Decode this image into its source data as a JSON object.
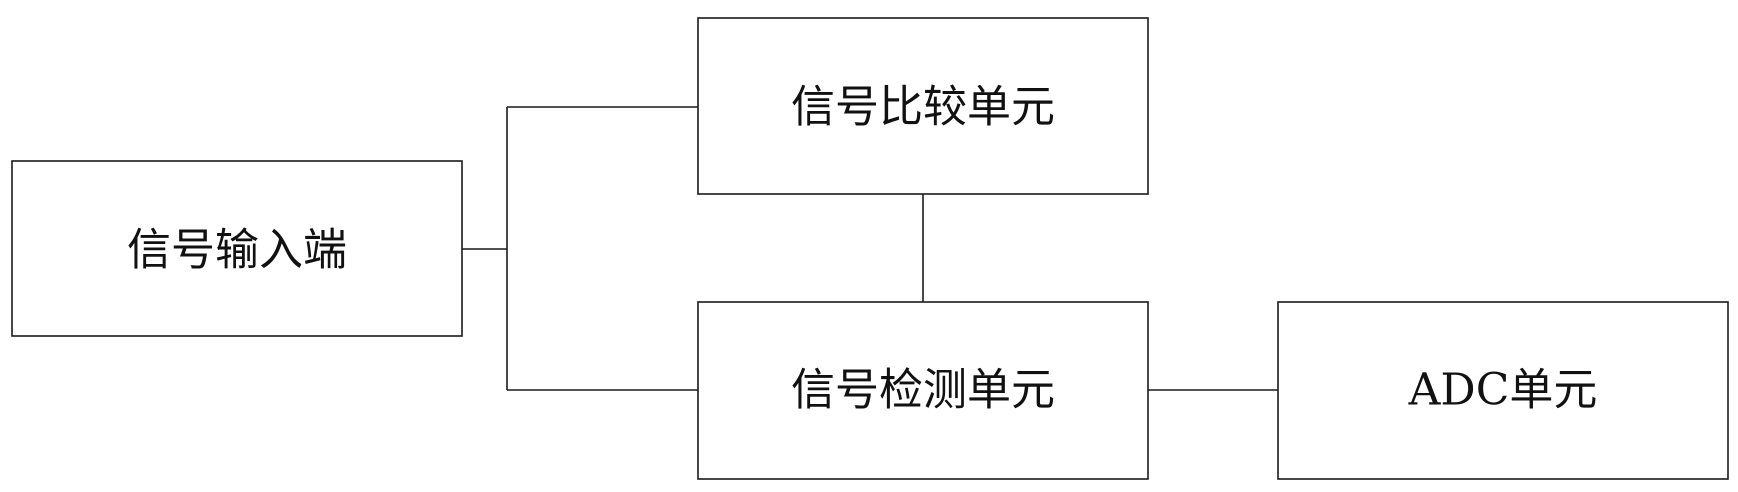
{
  "diagram": {
    "nodes": {
      "input": {
        "label": "信号输入端"
      },
      "compare": {
        "label": "信号比较单元"
      },
      "detect": {
        "label": "信号检测单元"
      },
      "adc": {
        "label": "ADC单元"
      }
    },
    "edges": [
      {
        "from": "input",
        "to": "compare"
      },
      {
        "from": "input",
        "to": "detect"
      },
      {
        "from": "compare",
        "to": "detect"
      },
      {
        "from": "detect",
        "to": "adc"
      }
    ]
  }
}
